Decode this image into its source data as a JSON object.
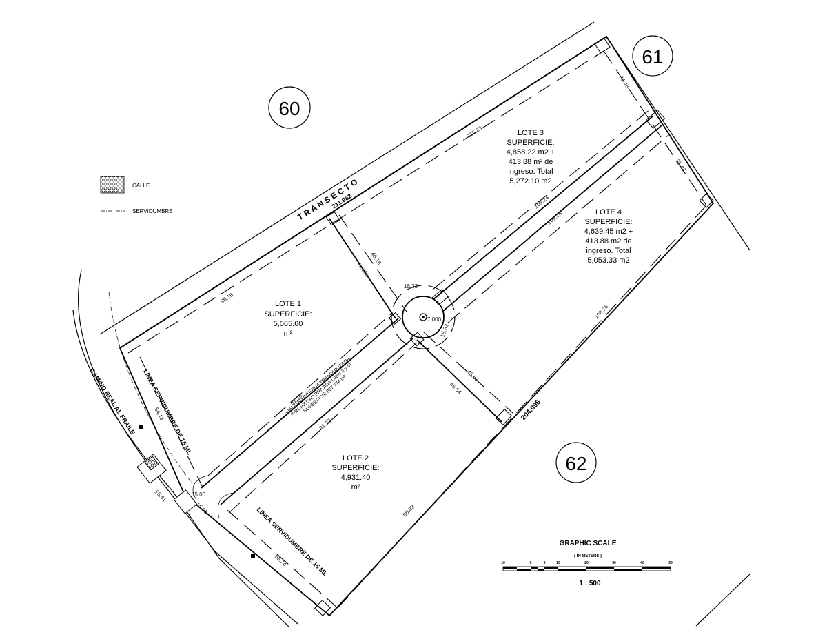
{
  "legend": {
    "calle_label": "CALLE",
    "servidumbre_label": "SERVIDUMBRE"
  },
  "neighbors": {
    "n60": "60",
    "n61": "61",
    "n62": "62"
  },
  "roads": {
    "transecto": "T R A N S E C T O",
    "transecto_length": "211.982",
    "camino": "CAMINO REAL AL FRAILE",
    "south_length": "204.098",
    "servidumbre_1": "LINEA SERVIDUMBRE DE 15 ML",
    "servidumbre_2": "LINEA SERVIDUMBRE DE 15 ML"
  },
  "lots": {
    "lote1": {
      "line1": "LOTE 1",
      "line2": "SUPERFICIE:",
      "line3": "5,065.60",
      "line4": "m²"
    },
    "lote2": {
      "line1": "LOTE 2",
      "line2": "SUPERFICIE:",
      "line3": "4,931.40",
      "line4": "m²"
    },
    "lote3": {
      "line1": "LOTE 3",
      "line2": "SUPERFICIE:",
      "line3": "4,858.22 m2 +",
      "line4": "413.88 m² de",
      "line5": "ingreso. Total",
      "line6": "5,272.10 m2"
    },
    "lote4": {
      "line1": "LOTE 4",
      "line2": "SUPERFICIE:",
      "line3": "4,639.45 m2 +",
      "line4": "413.88 m2 de",
      "line5": "ingreso. Total",
      "line6": "5,053.33 m2"
    }
  },
  "vialidad": {
    "line1": "VIALIDAD INTERNA TRANQUILIZADA",
    "line2": "(PROPIEDAD PRIVADA Lotes 3 y 4)",
    "line3": "SUPERFICIE 827.774 m²"
  },
  "dimensions": {
    "d115": "115.83",
    "d35a": "35.48",
    "d35b": "35.48",
    "d103a": "103.24",
    "d103b": "103.24",
    "d108": "108.26",
    "d96": "96.15",
    "d46a": "46.16",
    "d46b": "46.166",
    "d18a": "18.33",
    "d18b": "18.33",
    "d7": "7.000",
    "d91a": "91.70",
    "d91b": "91.33",
    "d45a": "45.63",
    "d45b": "45.64",
    "d54": "54.13",
    "d95": "95.83",
    "d53": "53.74",
    "d15a": "15.00",
    "d15b": "15.03",
    "d16": "16.81"
  },
  "scale": {
    "title": "GRAPHIC SCALE",
    "units": "( IN METERS )",
    "ratio": "1 : 500",
    "ticks": [
      "10",
      "0",
      "5",
      "10",
      "20",
      "30",
      "40",
      "50"
    ]
  }
}
